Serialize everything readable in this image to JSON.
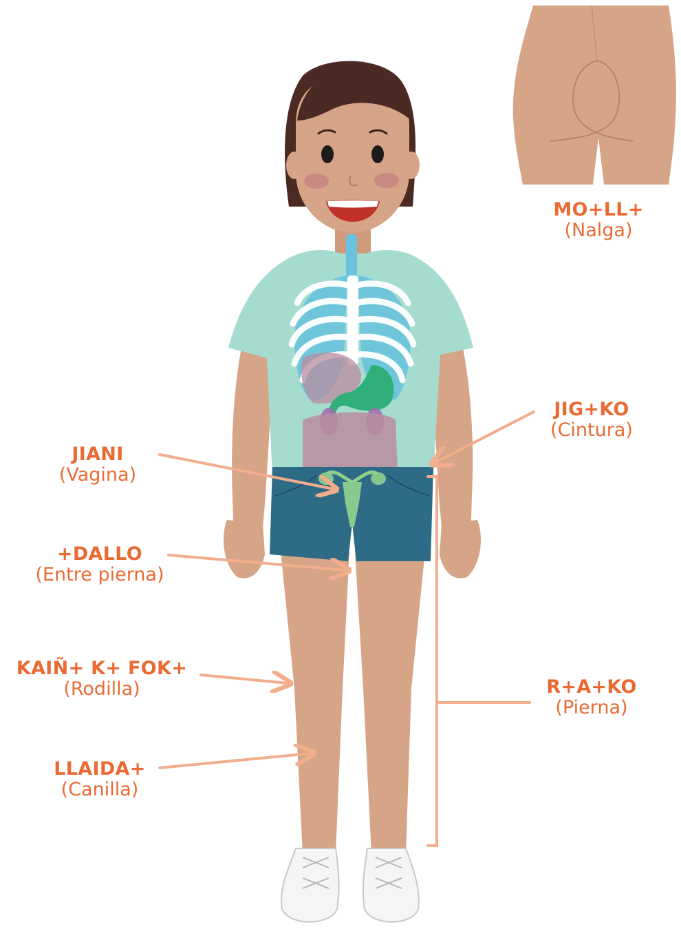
{
  "colors": {
    "label": "#ea6a33",
    "pointer": "#f2ad8c",
    "skin": "#d6a486",
    "hair": "#4b2a24",
    "shirt": "#a6dccf",
    "shorts": "#2d6b86",
    "lungs": "#69c3dc",
    "ribs": "#ffffff",
    "stomach": "#2fb07a",
    "intestine": "#b98ca0",
    "uterus": "#8fcf8e"
  },
  "labels": {
    "molli": {
      "native": "MO+LL+",
      "spanish": "(Nalga)"
    },
    "jigko": {
      "native": "JIG+KO",
      "spanish": "(Cintura)"
    },
    "jiani": {
      "native": "JIANI",
      "spanish": "(Vagina)"
    },
    "dallo": {
      "native": "+DALLO",
      "spanish": "(Entre pierna)"
    },
    "kaini": {
      "native": "KAIÑ+ K+ FOK+",
      "spanish": "(Rodilla)"
    },
    "raiko": {
      "native": "R+A+KO",
      "spanish": "(Pierna)"
    },
    "llaida": {
      "native": "LLAIDA+",
      "spanish": "(Canilla)"
    }
  },
  "icons": {
    "figure": "girl-anatomy-illustration",
    "inset": "buttocks-illustration"
  }
}
